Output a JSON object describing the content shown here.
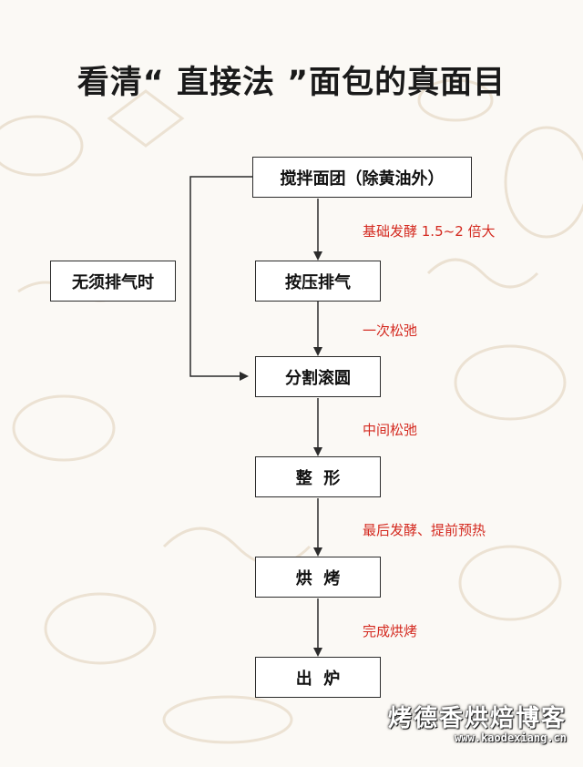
{
  "title": "看清“ 直接法 ”面包的真面目",
  "steps": [
    {
      "label": "搅拌面团（除黄油外）"
    },
    {
      "label": "按压排气"
    },
    {
      "label": "分割滚圆"
    },
    {
      "label": "整  形"
    },
    {
      "label": "烘  烤"
    },
    {
      "label": "出  炉"
    }
  ],
  "transitions": [
    "基础发酵 1.5~2 倍大",
    "一次松弛",
    "中间松弛",
    "最后发酵、提前预热",
    "完成烘烤"
  ],
  "side_branch": {
    "label": "无须排气时"
  },
  "watermark": {
    "name": "烤德香烘焙博客",
    "url": "www.kaodexiang.cn"
  },
  "colors": {
    "label_red": "#d42a20",
    "line": "#2b2b2b",
    "box_border": "#2b2b2b"
  }
}
